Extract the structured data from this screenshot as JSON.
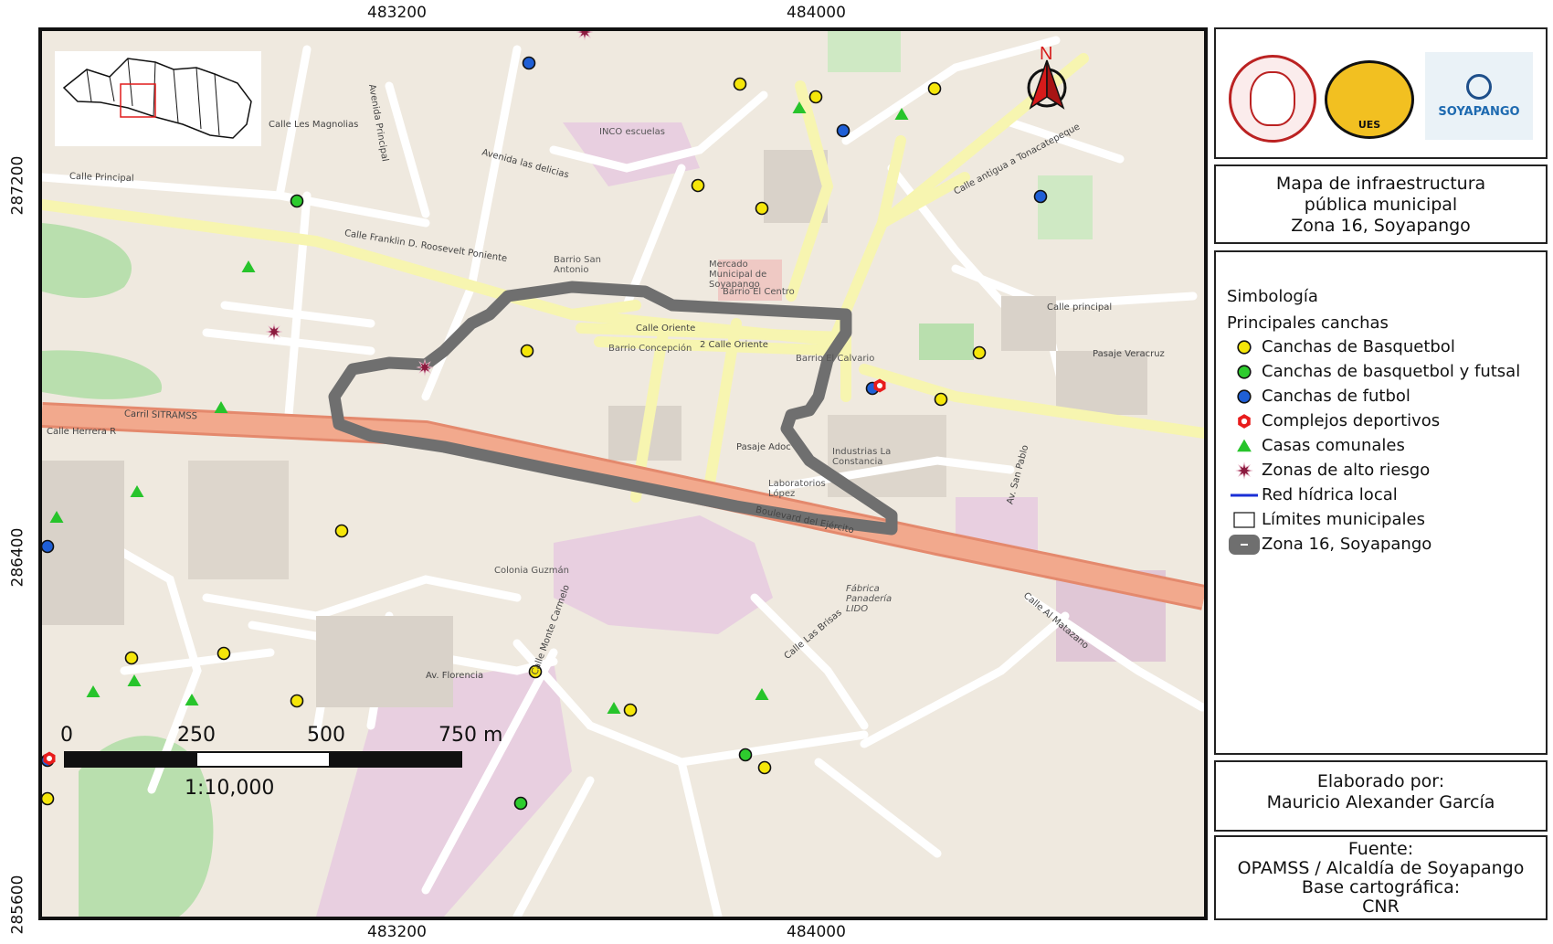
{
  "coords": {
    "x_top": [
      "483200",
      "484000"
    ],
    "x_bottom": [
      "483200",
      "484000"
    ],
    "y_left": [
      "287200",
      "286400",
      "285600"
    ]
  },
  "map": {
    "north_label": "N",
    "scale_labels": [
      "0",
      "250",
      "500",
      "750 m"
    ],
    "scale_ratio": "1:10,000",
    "street_labels": [
      "Calle Principal",
      "Calle Franklin D. Roosevelt Poniente",
      "Calle Les Magnolias",
      "Boulevard del Ejército",
      "Carril SITRAMSS",
      "Calle Oriente",
      "2 Calle Oriente",
      "Barrio Concepción",
      "Mercado Municipal de Soyapango",
      "Barrio El Centro",
      "Barrio San Antonio",
      "Barrio El Calvario",
      "Colonia Guzmán",
      "Fábrica Panadería LIDO",
      "Calle principal",
      "Pasaje Veracruz",
      "Av. Florencia",
      "Calle Monte Carmelo",
      "Calle Al Matazano",
      "INCO escuelas",
      "Avenida las delicias",
      "Pasaje Adoc",
      "Laboratorios López",
      "Calle antigua a Tonacatepeque",
      "Av. San Pablo",
      "Calle Las Brisas",
      "Avenida Principal",
      "Calle Herrera R",
      "Industrias La Constancia"
    ]
  },
  "panels": {
    "title": [
      "Mapa de infraestructura",
      "pública municipal",
      "Zona 16, Soyapango"
    ],
    "legend": {
      "heading": "Simbología",
      "subheading": "Principales canchas",
      "items": [
        {
          "label": "Canchas de Basquetbol",
          "symbol": "circle",
          "color": "#f5e60a"
        },
        {
          "label": "Canchas de basquetbol y futsal",
          "symbol": "circle",
          "color": "#2ecc2e"
        },
        {
          "label": "Canchas de futbol",
          "symbol": "circle",
          "color": "#1f5fd6"
        },
        {
          "label": "Complejos deportivos",
          "symbol": "hexagon",
          "color": "#e81c1c"
        },
        {
          "label": "Casas comunales",
          "symbol": "triangle",
          "color": "#27c42b"
        },
        {
          "label": "Zonas de alto riesgo",
          "symbol": "star",
          "color": "#8b1a3e"
        },
        {
          "label": "Red hídrica local",
          "symbol": "line",
          "color": "#1a2fd6"
        },
        {
          "label": "Límites municipales",
          "symbol": "box",
          "color": "#ffffff"
        },
        {
          "label": "Zona 16, Soyapango",
          "symbol": "zone",
          "color": "#6f6f6f"
        }
      ]
    },
    "credits": [
      "Elaborado por:",
      "Mauricio Alexander García"
    ],
    "source": [
      "Fuente:",
      "OPAMSS / Alcaldía de Soyapango",
      "Base cartográfica:",
      "CNR"
    ]
  },
  "logos": [
    {
      "name": "Universidad de El Salvador"
    },
    {
      "name": "Facultad de Ciencias Agronómicas",
      "text": "UES"
    },
    {
      "name": "Alcaldía Municipal Ciudad de Soyapango",
      "text": "SOYAPANGO"
    }
  ],
  "colors": {
    "background": "#efe9df",
    "road_major": "#f2a98d",
    "road_secondary": "#f7f5b0",
    "green_area": "#b9dfae",
    "commercial": "#e8cfe0",
    "zone_outline": "#6f6f6f"
  },
  "markers": {
    "yellow": [
      [
        806,
        88
      ],
      [
        889,
        102
      ],
      [
        1019,
        93
      ],
      [
        760,
        199
      ],
      [
        830,
        224
      ],
      [
        573,
        380
      ],
      [
        1068,
        382
      ],
      [
        1026,
        433
      ],
      [
        370,
        577
      ],
      [
        140,
        716
      ],
      [
        241,
        711
      ],
      [
        321,
        763
      ],
      [
        582,
        731
      ],
      [
        686,
        773
      ],
      [
        833,
        836
      ],
      [
        48,
        870
      ]
    ],
    "green": [
      [
        321,
        216
      ],
      [
        812,
        822
      ],
      [
        566,
        875
      ]
    ],
    "blue": [
      [
        575,
        65
      ],
      [
        919,
        139
      ],
      [
        1135,
        211
      ],
      [
        951,
        421
      ],
      [
        48,
        594
      ],
      [
        48,
        828
      ]
    ],
    "triangle": [
      [
        871,
        114
      ],
      [
        983,
        121
      ],
      [
        268,
        288
      ],
      [
        238,
        442
      ],
      [
        146,
        534
      ],
      [
        58,
        562
      ],
      [
        98,
        753
      ],
      [
        143,
        741
      ],
      [
        206,
        762
      ],
      [
        668,
        771
      ],
      [
        830,
        756
      ]
    ],
    "star": [
      [
        636,
        31
      ],
      [
        296,
        359
      ],
      [
        461,
        398
      ]
    ],
    "complex": [
      [
        959,
        418
      ],
      [
        50,
        826
      ]
    ]
  }
}
